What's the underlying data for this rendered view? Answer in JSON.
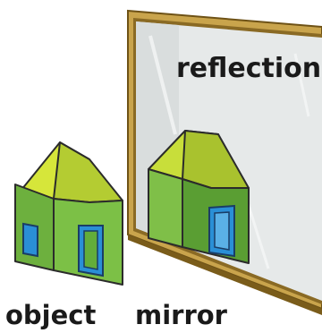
{
  "labels": {
    "reflection": "reflection",
    "object": "object",
    "mirror": "mirror"
  },
  "colors": {
    "frame": "#c9a44c",
    "frame_dark": "#7a5c1a",
    "glass": "#e6e9e9",
    "roof_light": "#d6e63a",
    "roof_dark": "#a9c22e",
    "wall_front": "#63ad3a",
    "wall_side": "#84c64c",
    "window_blue": "#2a8fd6",
    "outline": "#2b2b2b"
  }
}
